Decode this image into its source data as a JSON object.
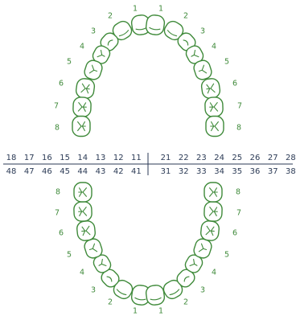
{
  "colors": {
    "tooth_stroke": "#3f8a3a",
    "code_text": "#2b3a55",
    "background": "#ffffff"
  },
  "upper_arch": {
    "left_numbers": [
      "1",
      "2",
      "3",
      "4",
      "5",
      "6",
      "7",
      "8"
    ],
    "right_numbers": [
      "1",
      "2",
      "3",
      "4",
      "5",
      "6",
      "7",
      "8"
    ]
  },
  "lower_arch": {
    "left_numbers": [
      "1",
      "2",
      "3",
      "4",
      "5",
      "6",
      "7",
      "8"
    ],
    "right_numbers": [
      "1",
      "2",
      "3",
      "4",
      "5",
      "6",
      "7",
      "8"
    ]
  },
  "fdi_chart": {
    "upper_right": [
      "18",
      "17",
      "16",
      "15",
      "14",
      "13",
      "12",
      "11"
    ],
    "upper_left": [
      "21",
      "22",
      "23",
      "24",
      "25",
      "26",
      "27",
      "28"
    ],
    "lower_right": [
      "48",
      "47",
      "46",
      "45",
      "44",
      "43",
      "42",
      "41"
    ],
    "lower_left": [
      "31",
      "32",
      "33",
      "34",
      "35",
      "36",
      "37",
      "38"
    ]
  }
}
